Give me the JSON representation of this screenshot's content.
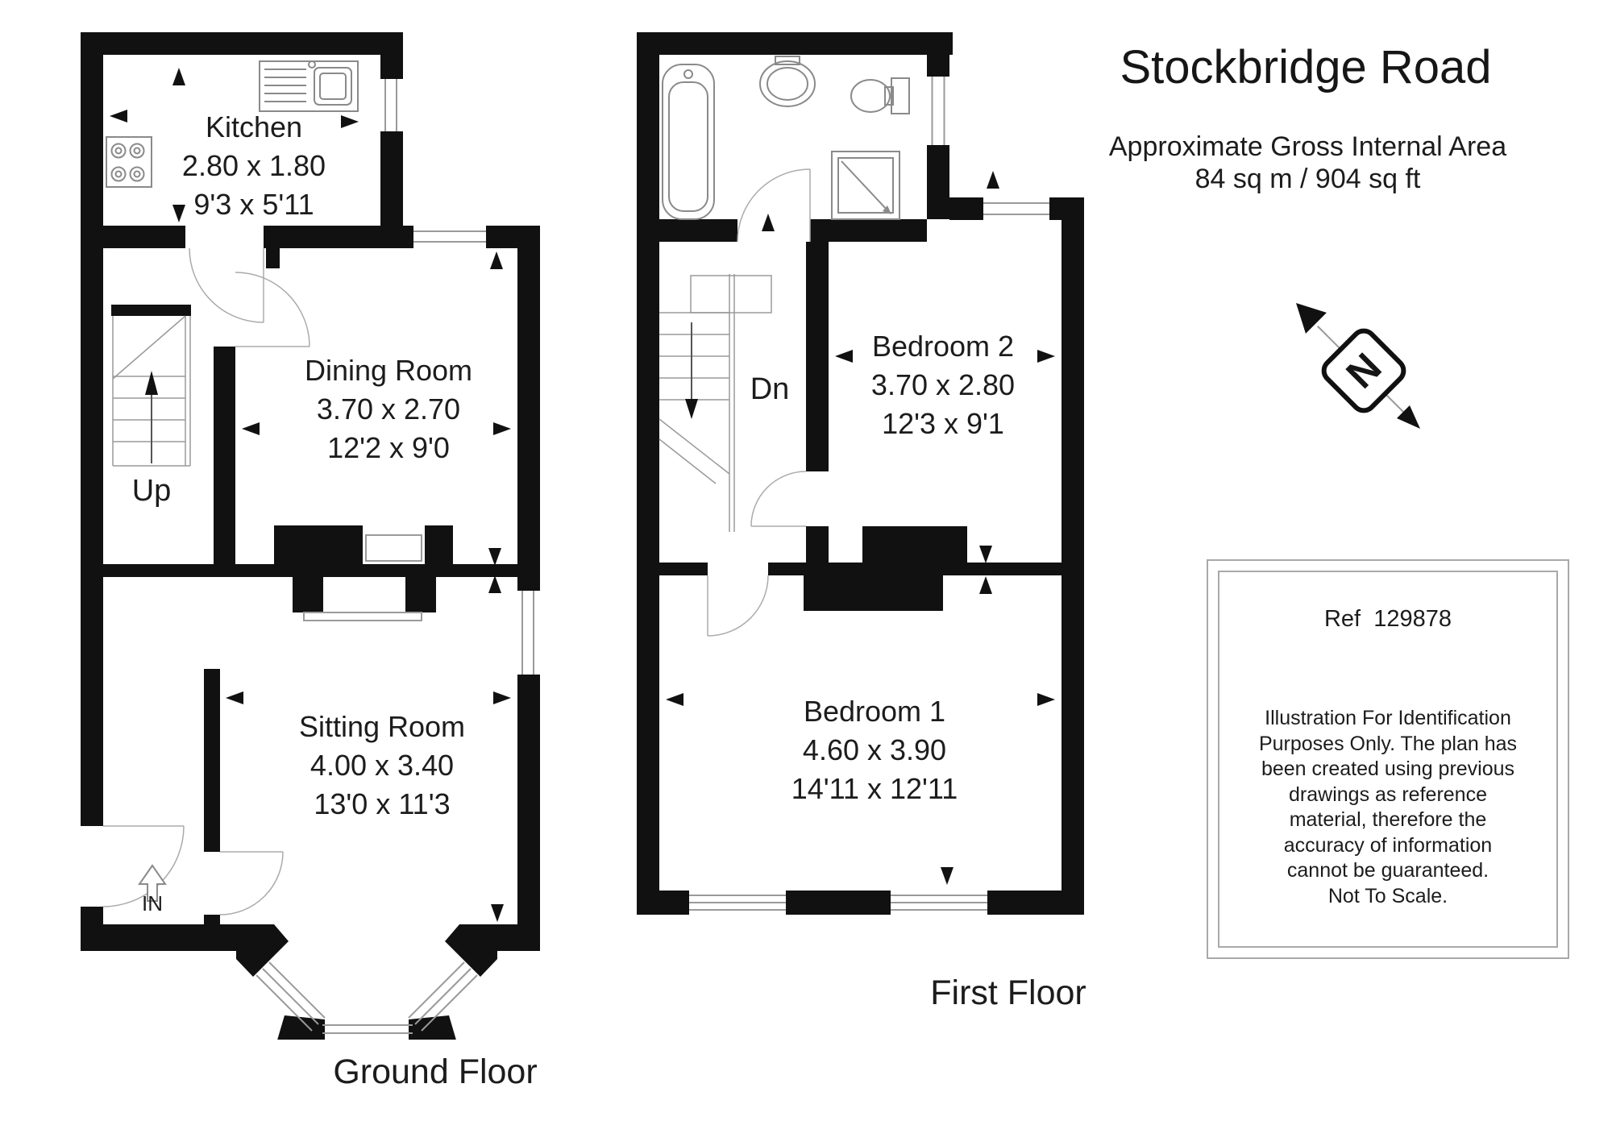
{
  "header": {
    "title": "Stockbridge Road",
    "subtitle": "Approximate Gross Internal Area",
    "area": "84 sq m / 904 sq ft"
  },
  "ground_floor": {
    "caption": "Ground Floor",
    "kitchen": {
      "name": "Kitchen",
      "metric": "2.80 x 1.80",
      "imperial": "9'3 x 5'11"
    },
    "dining": {
      "name": "Dining Room",
      "metric": "3.70 x 2.70",
      "imperial": "12'2 x 9'0"
    },
    "sitting": {
      "name": "Sitting Room",
      "metric": "4.00 x 3.40",
      "imperial": "13'0 x 11'3"
    },
    "stairs_label": "Up",
    "entrance_label": "IN"
  },
  "first_floor": {
    "caption": "First Floor",
    "bedroom2": {
      "name": "Bedroom 2",
      "metric": "3.70 x 2.80",
      "imperial": "12'3 x 9'1"
    },
    "bedroom1": {
      "name": "Bedroom 1",
      "metric": "4.60 x 3.90",
      "imperial": "14'11 x 12'11"
    },
    "stairs_label": "Dn"
  },
  "compass": {
    "north_label": "N"
  },
  "ref_box": {
    "reference": "Ref  129878",
    "disclaimer": [
      "Illustration For Identification",
      "Purposes Only. The plan has",
      "been created using previous",
      "drawings as reference",
      "material, therefore the",
      "accuracy of information",
      "cannot be guaranteed.",
      "Not To Scale."
    ]
  },
  "colors": {
    "wall": "#111111",
    "fixture_line": "#8a8a8a",
    "window_line": "#9a9a9a",
    "door_arc": "#aaaaaa",
    "text": "#1c1c1c"
  }
}
